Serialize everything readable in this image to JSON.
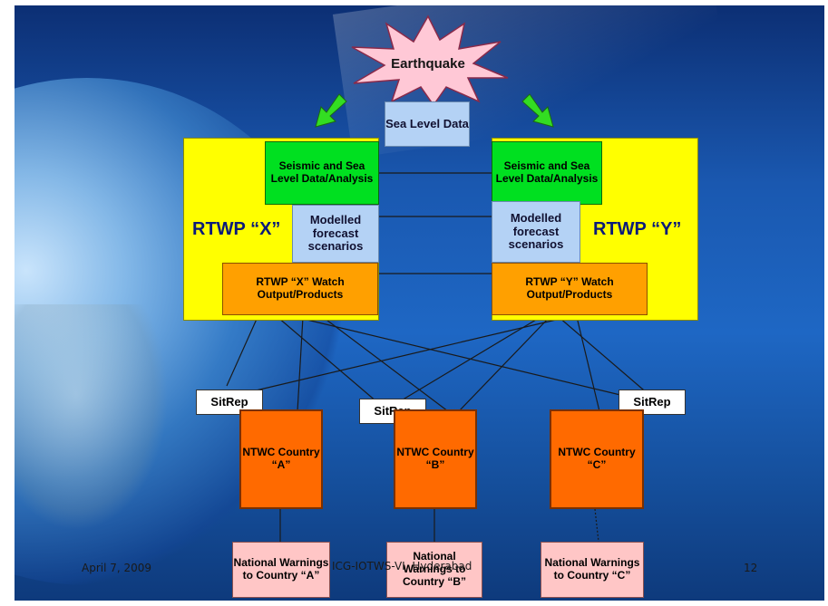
{
  "earthquake": {
    "label": "Earthquake"
  },
  "sea_level": {
    "label": "Sea Level Data"
  },
  "rtwp_x": {
    "title": "RTWP “X”",
    "seismic": "Seismic and Sea Level Data/Analysis",
    "modelled": "Modelled forecast scenarios",
    "watch": "RTWP “X” Watch Output/Products"
  },
  "rtwp_y": {
    "title": "RTWP “Y”",
    "seismic": "Seismic and Sea Level Data/Analysis",
    "modelled": "Modelled forecast scenarios",
    "watch": "RTWP “Y” Watch Output/Products"
  },
  "sitrep_label": "SitRep",
  "ntwc": {
    "a": "NTWC Country “A”",
    "b": "NTWC Country “B”",
    "c": "NTWC Country “C”"
  },
  "national": {
    "a": "National Warnings to Country “A”",
    "b": "National Warnings to Country “B”",
    "c": "National Warnings to Country “C”"
  },
  "footer": {
    "date": "April 7, 2009",
    "center": "ICG-IOTWS-VI, Hyderabad",
    "page": "12"
  },
  "colors": {
    "rtwp": "#ffff00",
    "analysis": "#00e020",
    "forecast": "#b4d2f5",
    "watch": "#ffa000",
    "ntwc": "#ff6a00",
    "national": "#ffc6c6",
    "arrow": "#33dd22"
  },
  "icons": {
    "down_arrow": "green-down-arrow-icon",
    "burst": "starburst-icon"
  }
}
